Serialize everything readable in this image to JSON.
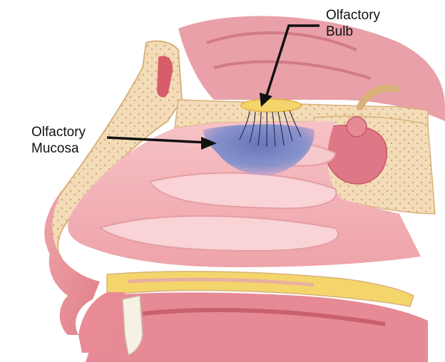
{
  "labels": {
    "olfactory_bulb": {
      "line1": "Olfactory",
      "line2": "Bulb"
    },
    "olfactory_mucosa": {
      "line1": "Olfactory",
      "line2": "Mucosa"
    }
  },
  "colors": {
    "background": "#ffffff",
    "soft_tissue": "#e8939a",
    "nasal_cavity": "#f2b8bd",
    "turbinate": "#f6c9cc",
    "bone": "#f3dcb8",
    "bone_edge": "#d9b27a",
    "fat_yellow": "#f4d56b",
    "mucosa_blue": "#6f83c4",
    "arrow": "#111111"
  }
}
